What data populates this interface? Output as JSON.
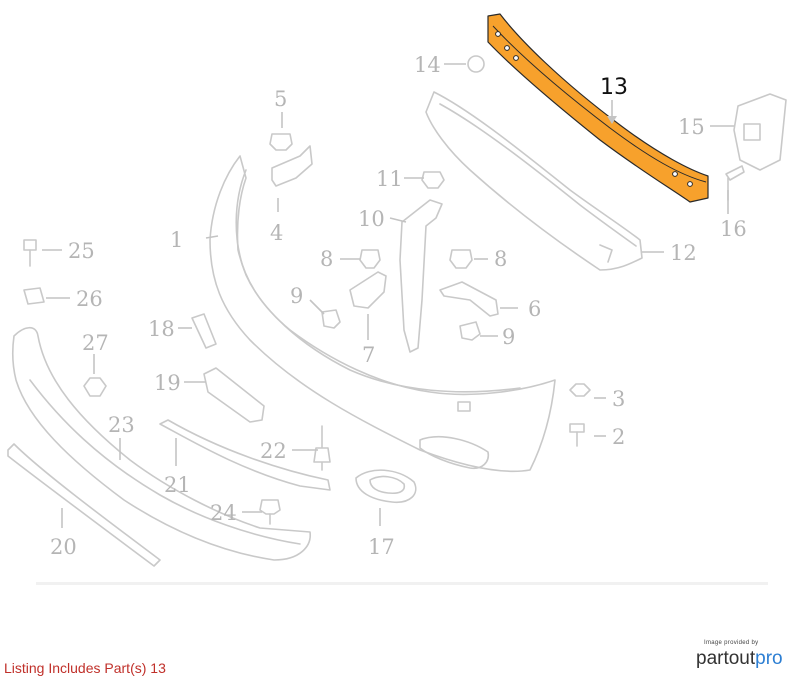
{
  "diagram": {
    "highlight_color": "#f7a12c",
    "highlighted_part": "13",
    "callouts": [
      {
        "id": "c1",
        "label": "1"
      },
      {
        "id": "c2",
        "label": "2"
      },
      {
        "id": "c3",
        "label": "3"
      },
      {
        "id": "c4",
        "label": "4"
      },
      {
        "id": "c5",
        "label": "5"
      },
      {
        "id": "c6",
        "label": "6"
      },
      {
        "id": "c7",
        "label": "7"
      },
      {
        "id": "c8a",
        "label": "8"
      },
      {
        "id": "c8b",
        "label": "8"
      },
      {
        "id": "c9a",
        "label": "9"
      },
      {
        "id": "c9b",
        "label": "9"
      },
      {
        "id": "c10",
        "label": "10"
      },
      {
        "id": "c11",
        "label": "11"
      },
      {
        "id": "c12",
        "label": "12"
      },
      {
        "id": "c13",
        "label": "13"
      },
      {
        "id": "c14",
        "label": "14"
      },
      {
        "id": "c15",
        "label": "15"
      },
      {
        "id": "c16",
        "label": "16"
      },
      {
        "id": "c17",
        "label": "17"
      },
      {
        "id": "c18",
        "label": "18"
      },
      {
        "id": "c19",
        "label": "19"
      },
      {
        "id": "c20",
        "label": "20"
      },
      {
        "id": "c21",
        "label": "21"
      },
      {
        "id": "c22",
        "label": "22"
      },
      {
        "id": "c23",
        "label": "23"
      },
      {
        "id": "c24",
        "label": "24"
      },
      {
        "id": "c25",
        "label": "25"
      },
      {
        "id": "c26",
        "label": "26"
      },
      {
        "id": "c27",
        "label": "27"
      }
    ]
  },
  "footer": {
    "listing_note": "Listing Includes Part(s)  13",
    "brand_tagline": "Image provided by",
    "brand_name_a": "partout",
    "brand_name_b": "pro"
  }
}
